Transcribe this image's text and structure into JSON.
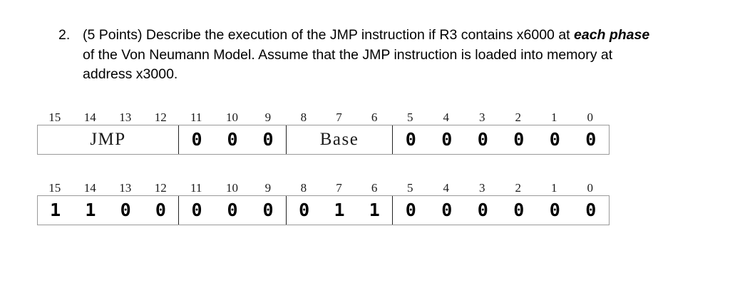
{
  "question": {
    "number": "2.",
    "text_parts": [
      {
        "text": "(5 Points) Describe the execution of the JMP instruction if R3 contains x6000 at ",
        "style": "normal"
      },
      {
        "text": "each phase",
        "style": "bold-italic"
      },
      {
        "text": " of the Von Neumann Model. Assume that the JMP instruction is loaded into memory at address x3000.",
        "style": "normal"
      }
    ],
    "full_text": "(5 Points) Describe the execution of the JMP instruction if R3 contains x6000 at each phase of the Von Neumann Model. Assume that the JMP instruction is loaded into memory at address x3000."
  },
  "diagrams": [
    {
      "name": "jmp-instruction-symbolic",
      "bit_labels": [
        "15",
        "14",
        "13",
        "12",
        "11",
        "10",
        "9",
        "8",
        "7",
        "6",
        "5",
        "4",
        "3",
        "2",
        "1",
        "0"
      ],
      "fields": [
        {
          "name": "opcode",
          "label": "JMP",
          "kind": "mnemonic",
          "bits": 4,
          "values": []
        },
        {
          "name": "zeros-11-9",
          "label": "",
          "kind": "digits",
          "bits": 3,
          "values": [
            "0",
            "0",
            "0"
          ]
        },
        {
          "name": "base-register",
          "label": "Base",
          "kind": "mnemonic",
          "bits": 3,
          "values": []
        },
        {
          "name": "zeros-5-0",
          "label": "",
          "kind": "digits",
          "bits": 6,
          "values": [
            "0",
            "0",
            "0",
            "0",
            "0",
            "0"
          ]
        }
      ]
    },
    {
      "name": "jmp-instruction-binary",
      "bit_labels": [
        "15",
        "14",
        "13",
        "12",
        "11",
        "10",
        "9",
        "8",
        "7",
        "6",
        "5",
        "4",
        "3",
        "2",
        "1",
        "0"
      ],
      "fields": [
        {
          "name": "opcode",
          "label": "",
          "kind": "digits",
          "bits": 4,
          "values": [
            "1",
            "1",
            "0",
            "0"
          ]
        },
        {
          "name": "zeros-11-9",
          "label": "",
          "kind": "digits",
          "bits": 3,
          "values": [
            "0",
            "0",
            "0"
          ]
        },
        {
          "name": "base-register",
          "label": "",
          "kind": "digits",
          "bits": 3,
          "values": [
            "0",
            "1",
            "1"
          ]
        },
        {
          "name": "zeros-5-0",
          "label": "",
          "kind": "digits",
          "bits": 6,
          "values": [
            "0",
            "0",
            "0",
            "0",
            "0",
            "0"
          ]
        }
      ]
    }
  ],
  "colors": {
    "text": "#000000",
    "label": "#1a1a1a",
    "outer_border": "#9a9a9a",
    "inner_divider": "#222222",
    "background": "#ffffff"
  }
}
